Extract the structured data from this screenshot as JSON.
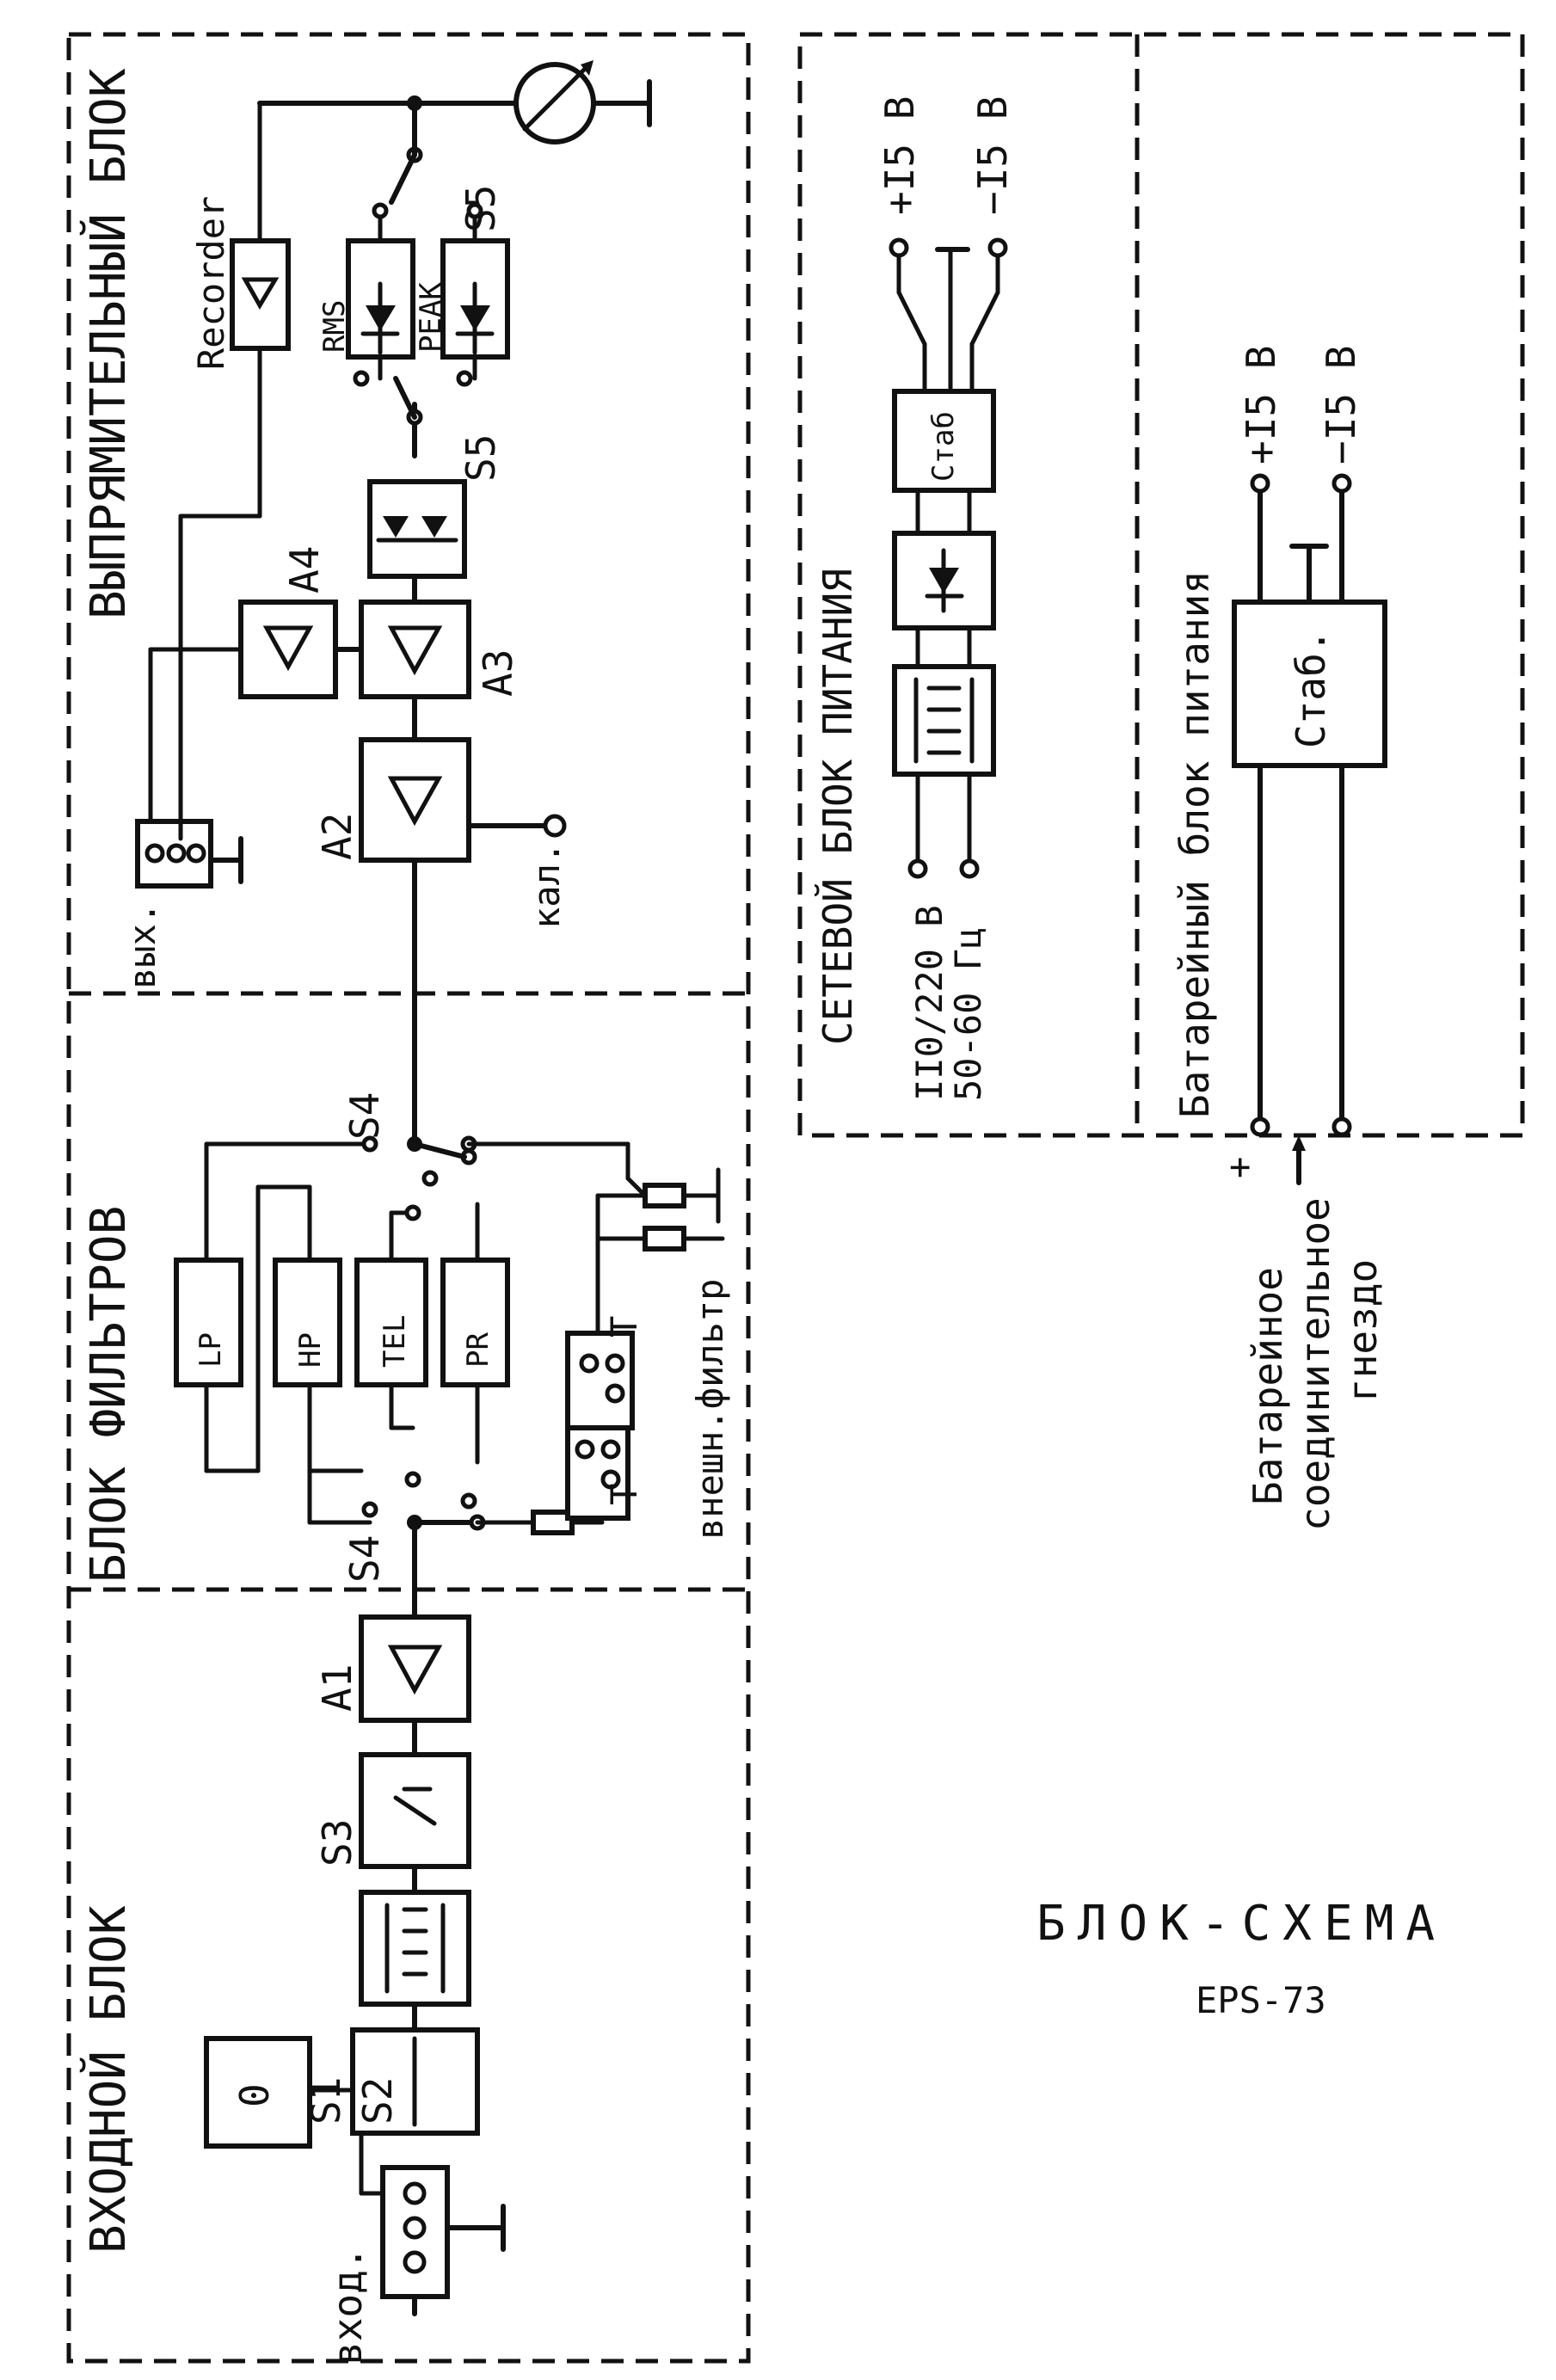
{
  "title": "БЛОК-СХЕМА",
  "model": "EPS-73",
  "sections": {
    "input": "ВХОДНОЙ БЛОК",
    "filters": "БЛОК ФИЛЬТРОВ",
    "rectifier": "ВЫПРЯМИТЕЛЬНЫЙ БЛОК",
    "mains_psu": "СЕТЕВОЙ БЛОК ПИТАНИЯ",
    "battery_psu": "Батарейный блок питания"
  },
  "labels": {
    "input_jack": "вход.",
    "output_jack": "вых.",
    "calibration": "кал.",
    "ext_filter": "внешн.фильтр",
    "range_zero": "0",
    "s1": "S1",
    "s2": "S2",
    "s3": "S3",
    "s4_in": "S4",
    "s4_out": "S4",
    "s5_a": "S5",
    "s5_b": "S5",
    "a1": "A1",
    "a2": "A2",
    "a3": "A3",
    "a4": "A4",
    "recorder": "Recorder",
    "rms": "RMS",
    "peak": "PEAK",
    "lp": "LP",
    "hp": "HP",
    "tel": "TEL",
    "pr": "PR",
    "t_upper": "T",
    "t_lower": "T",
    "stab_mains": "Стаб",
    "stab_battery": "Стаб.",
    "plus15_mains": "+I5 В",
    "minus15_mains": "−I5 В",
    "plus15_batt": "+I5 В",
    "minus15_batt": "−I5 В",
    "mains_voltage": "II0/220 В",
    "mains_freq": "50-60 Гц",
    "plus_sign": "+",
    "batt_socket_1": "Батарейное",
    "batt_socket_2": "соединительное",
    "batt_socket_3": "гнездо"
  }
}
